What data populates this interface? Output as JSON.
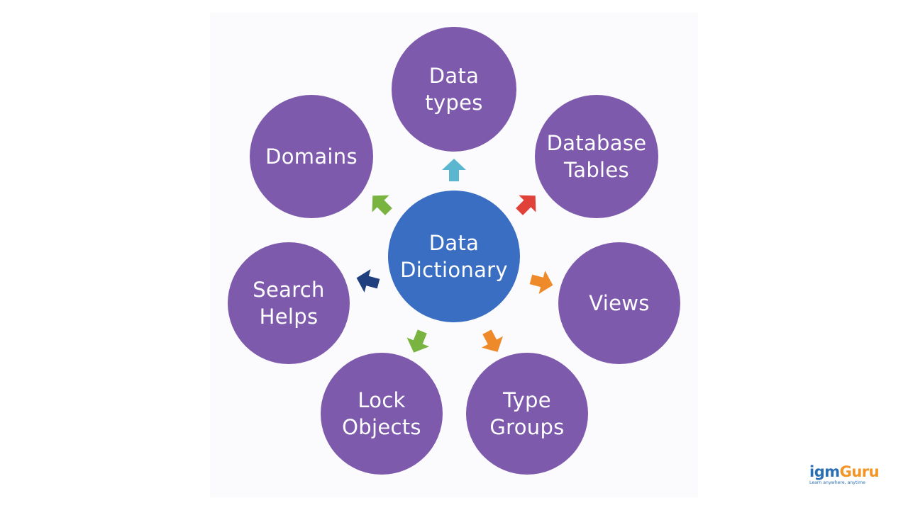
{
  "center": {
    "lines": [
      "Data",
      "Dictionary"
    ]
  },
  "nodes": [
    {
      "id": "data-types",
      "lines": [
        "Data",
        "types"
      ]
    },
    {
      "id": "database-tables",
      "lines": [
        "Database",
        "Tables"
      ]
    },
    {
      "id": "views",
      "lines": [
        "Views"
      ]
    },
    {
      "id": "type-groups",
      "lines": [
        "Type",
        "Groups"
      ]
    },
    {
      "id": "lock-objects",
      "lines": [
        "Lock",
        "Objects"
      ]
    },
    {
      "id": "search-helps",
      "lines": [
        "Search",
        "Helps"
      ]
    },
    {
      "id": "domains",
      "lines": [
        "Domains"
      ]
    }
  ],
  "arrow_colors": {
    "data-types": "#5bb6d0",
    "database-tables": "#e0423a",
    "views": "#ef8a2a",
    "type-groups": "#ef8a2a",
    "lock-objects": "#79b441",
    "search-helps": "#1f3f7e",
    "domains": "#79b441"
  },
  "colors": {
    "center": "#3a6ec2",
    "outer": "#7e5aad"
  },
  "logo": {
    "name_part1": "igm",
    "name_part2": "Guru",
    "tagline": "Learn anywhere, anytime"
  }
}
